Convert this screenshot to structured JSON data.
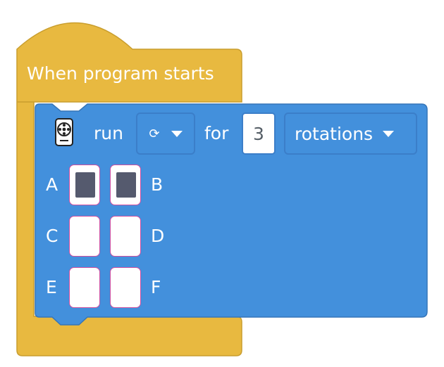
{
  "hat_block": {
    "label": "When program starts",
    "color": "#E8B940"
  },
  "motor_block": {
    "color": "#4390DC",
    "icon": "motor-icon",
    "run_label": "run",
    "direction": {
      "value": "⟳",
      "icon": "clockwise-icon"
    },
    "for_label": "for",
    "amount": "3",
    "unit": {
      "value": "rotations"
    },
    "ports": [
      {
        "label": "A",
        "selected": true
      },
      {
        "label": "B",
        "selected": true
      },
      {
        "label": "C",
        "selected": false
      },
      {
        "label": "D",
        "selected": false
      },
      {
        "label": "E",
        "selected": false
      },
      {
        "label": "F",
        "selected": false
      }
    ]
  }
}
